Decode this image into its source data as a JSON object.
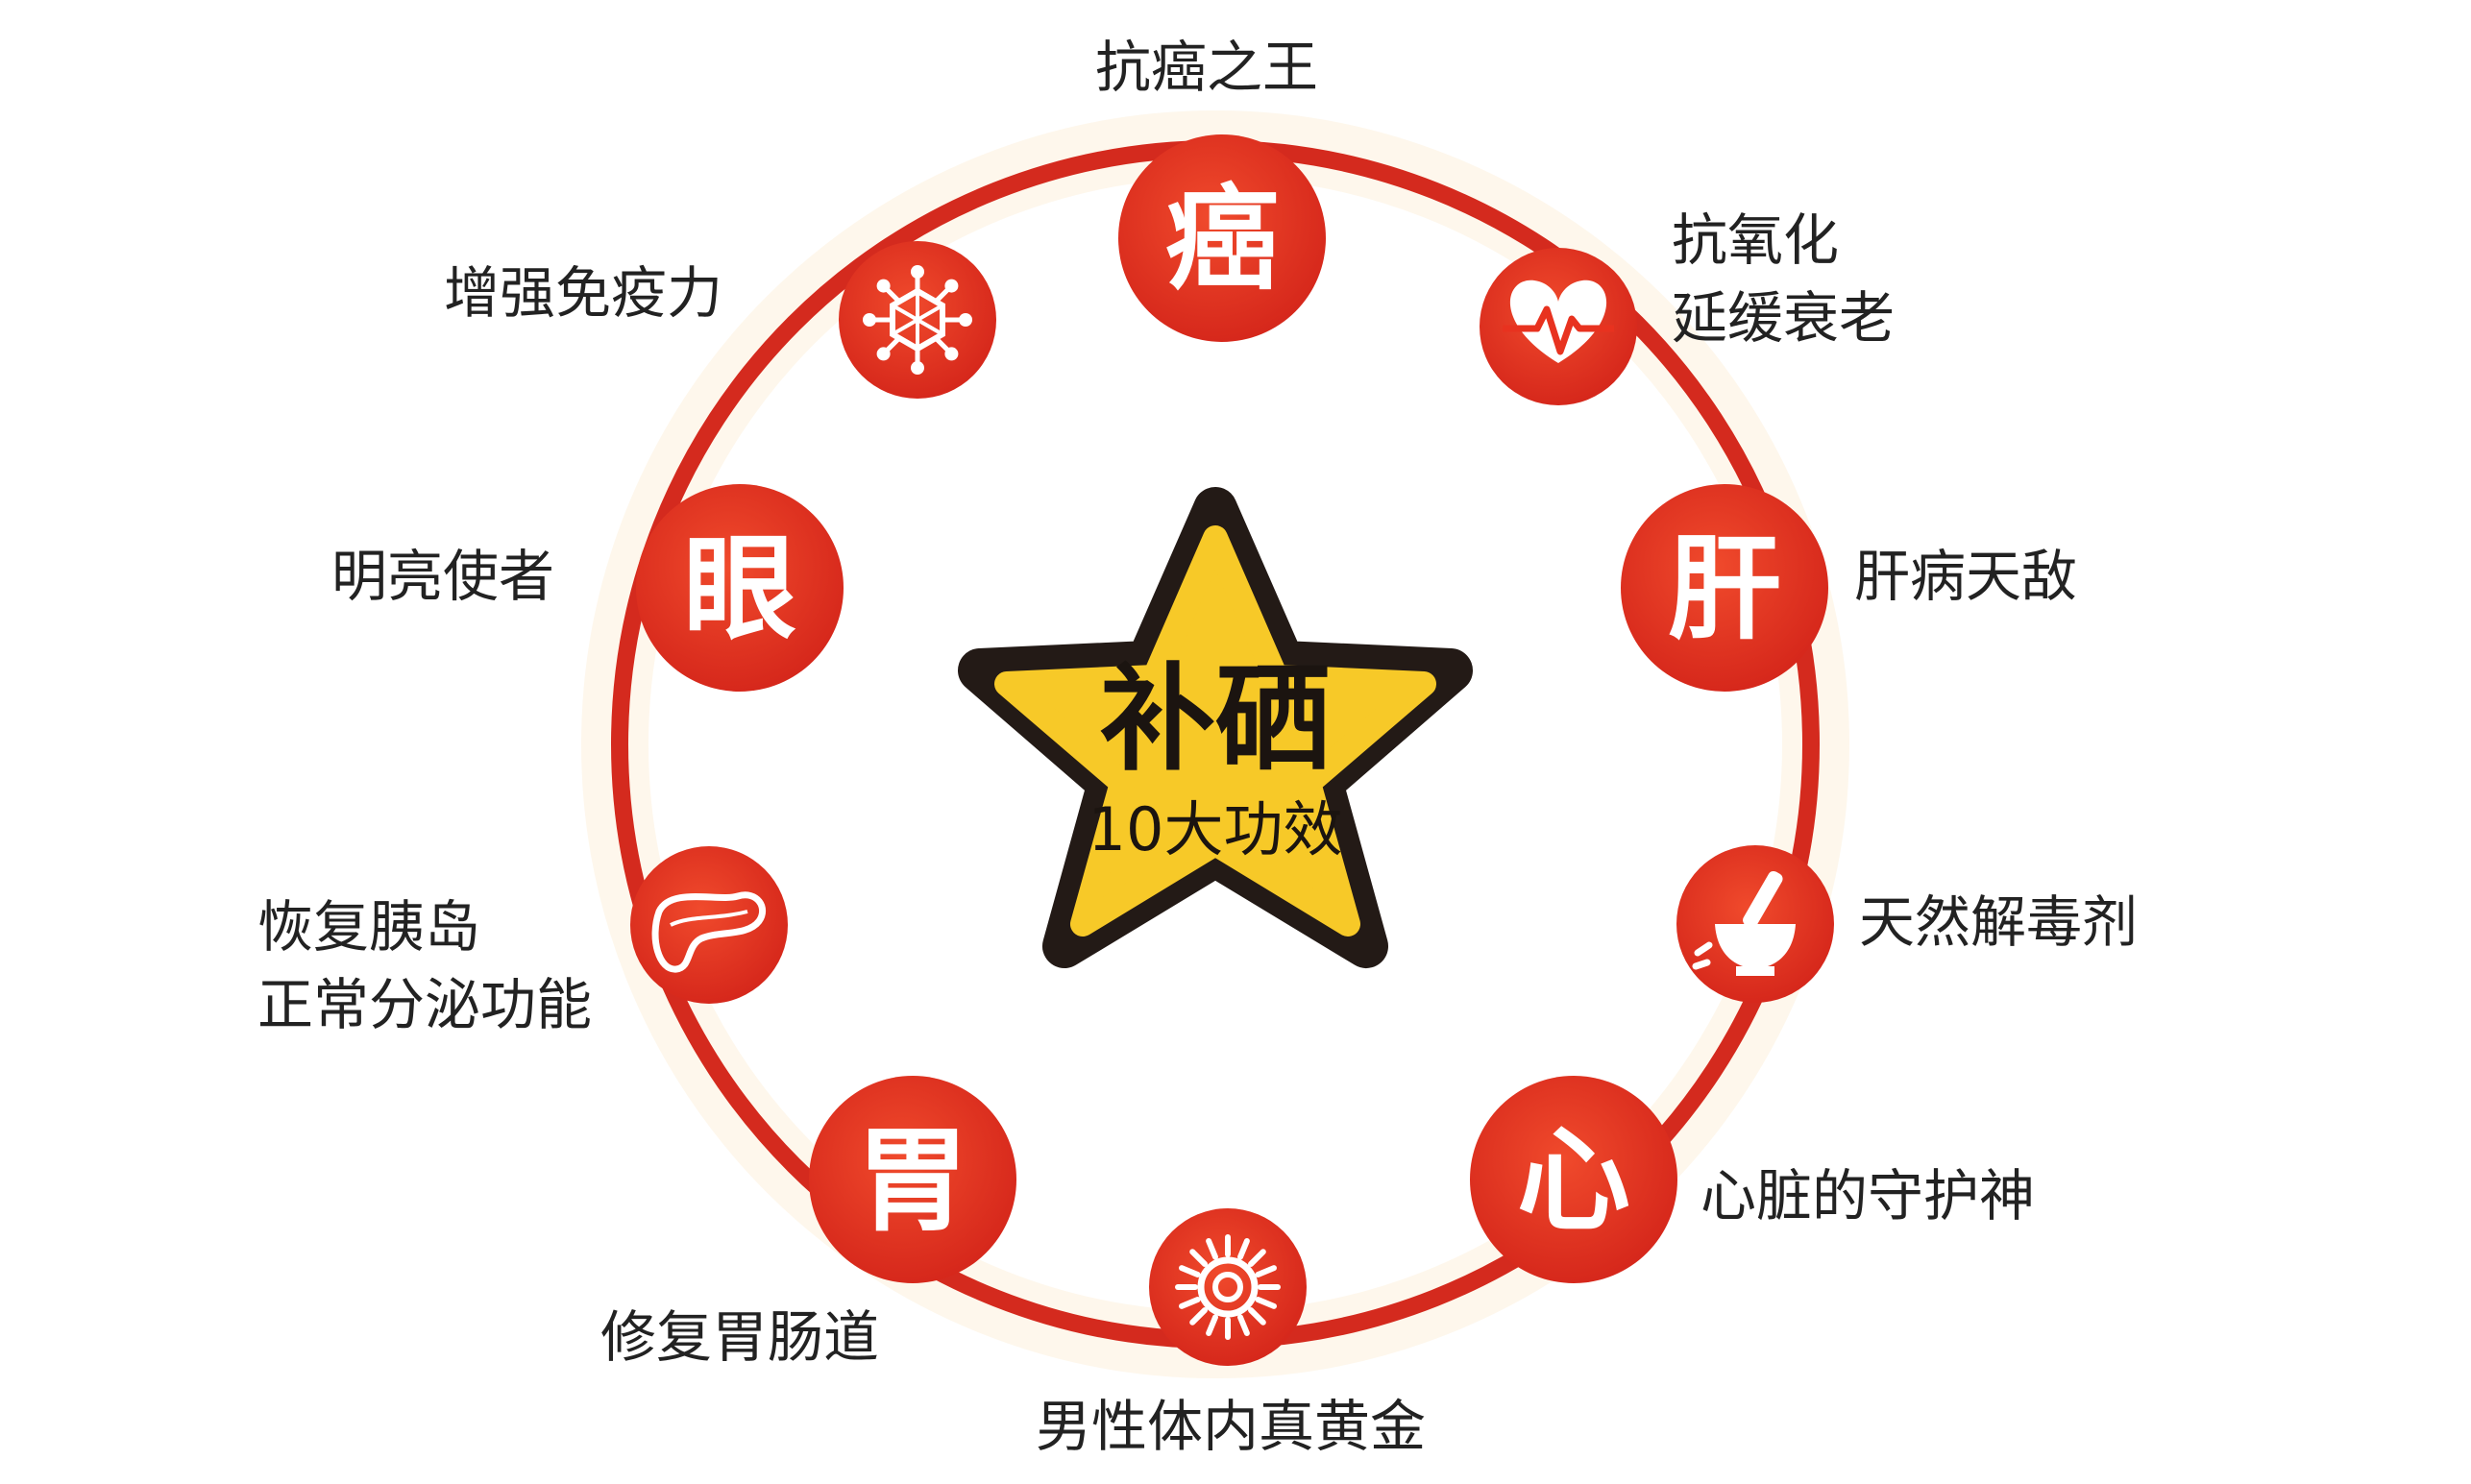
{
  "center": {
    "title": "补硒",
    "subtitle": "10大功效"
  },
  "nodes": [
    {
      "id": "cancer",
      "glyph": "癌",
      "icon": null,
      "labels": [
        "抗癌之王"
      ]
    },
    {
      "id": "antioxidant",
      "glyph": null,
      "icon": "heart-pulse-icon",
      "labels": [
        "抗氧化",
        "延缓衰老"
      ]
    },
    {
      "id": "liver",
      "glyph": "肝",
      "icon": null,
      "labels": [
        "肝病天敌"
      ]
    },
    {
      "id": "detox",
      "glyph": null,
      "icon": "mortar-pestle-icon",
      "labels": [
        "天然解毒剂"
      ]
    },
    {
      "id": "heart",
      "glyph": "心",
      "icon": null,
      "labels": [
        "心脏的守护神"
      ]
    },
    {
      "id": "male",
      "glyph": null,
      "icon": "sperm-cell-icon",
      "labels": [
        "男性体内真黄金"
      ]
    },
    {
      "id": "stomach",
      "glyph": "胃",
      "icon": null,
      "labels": [
        "修复胃肠道"
      ]
    },
    {
      "id": "pancreas",
      "glyph": null,
      "icon": "pancreas-icon",
      "labels": [
        "恢复胰岛",
        "正常分泌功能"
      ]
    },
    {
      "id": "eye",
      "glyph": "眼",
      "icon": null,
      "labels": [
        "明亮使者"
      ]
    },
    {
      "id": "immunity",
      "glyph": null,
      "icon": "virus-icon",
      "labels": [
        "增强免疫力"
      ]
    }
  ],
  "colors": {
    "ring": "#d42a1e",
    "node": "#e8321f",
    "star_fill": "#f7c928",
    "star_outline": "#231a16",
    "center_text": "#1b1410",
    "label_text": "#222222",
    "icon_white": "#ffffff"
  }
}
